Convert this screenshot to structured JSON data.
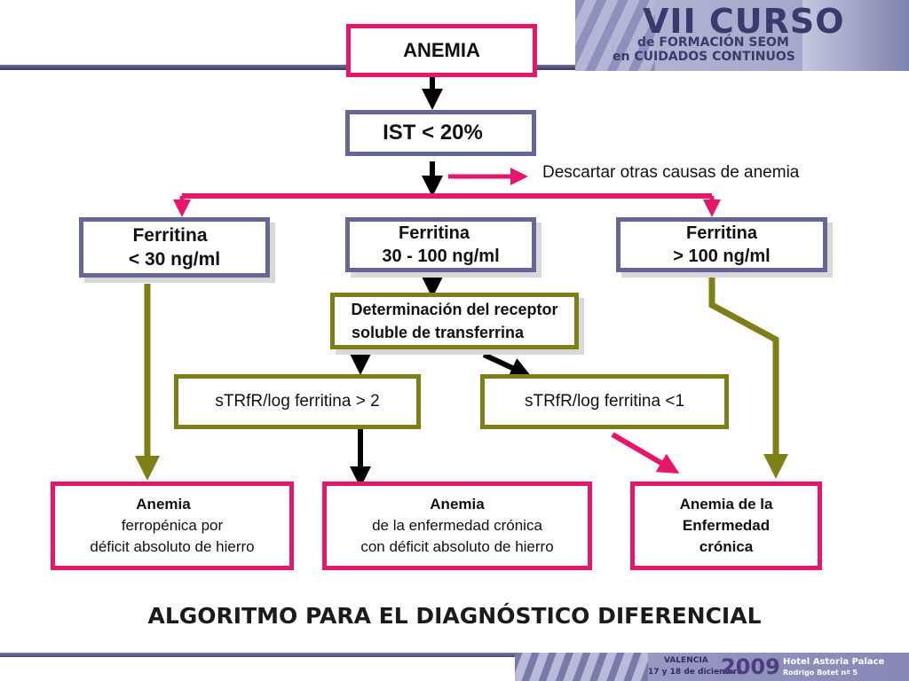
{
  "header": {
    "line1": "VII CURSO",
    "line2": "de FORMACIÓN SEOM",
    "line3": "en CUIDADOS CONTINUOS"
  },
  "nodes": {
    "anemia": [
      "ANEMIA"
    ],
    "ist": [
      "IST < 20%"
    ],
    "ferritina_low": [
      "Ferritina",
      "< 30 ng/ml"
    ],
    "ferritina_mid": [
      "Ferritina",
      "30 - 100 ng/ml"
    ],
    "ferritina_high": [
      "Ferritina",
      "> 100 ng/ml"
    ],
    "receptor": [
      "Determinación del receptor",
      "soluble de transferrina"
    ],
    "ratio_high": [
      "sTRfR/log ferritina > 2"
    ],
    "ratio_low": [
      "sTRfR/log ferritina <1"
    ],
    "result_ferropenica": [
      "Anemia",
      "ferropénica por",
      "déficit absoluto de hierro"
    ],
    "result_mixta": [
      "Anemia",
      "de la enfermedad crónica",
      "con déficit absoluto de hierro"
    ],
    "result_cronica": [
      "Anemia de la",
      "Enfermedad",
      "crónica"
    ]
  },
  "side_note": "Descartar otras causas de anemia",
  "title": "ALGORITMO PARA EL DIAGNÓSTICO DIFERENCIAL",
  "footer": {
    "city": "VALENCIA",
    "dates": "17 y 18 de diciembre",
    "year": "2009",
    "hotel": "Hotel Astoria Palace",
    "address": "Rodrigo Botet nº 5"
  },
  "colors": {
    "pink": "#e8166a",
    "slate": "#666699",
    "olive": "#7f7f17",
    "black": "#000000"
  }
}
